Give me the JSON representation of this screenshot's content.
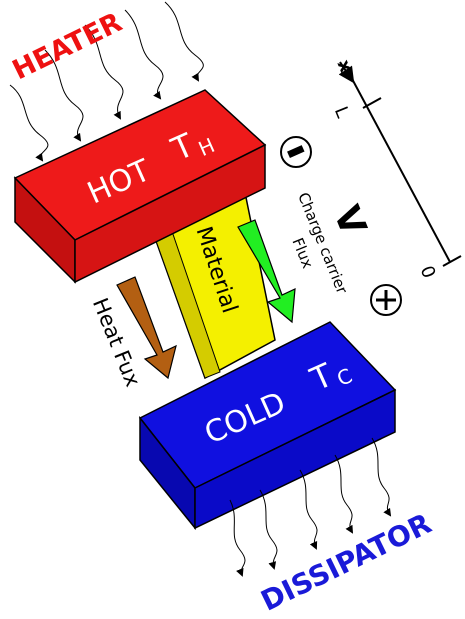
{
  "labels": {
    "heater": "HEATER",
    "hot": "HOT",
    "hot_symbol": "T",
    "hot_sub": "H",
    "material": "Material",
    "cold": "COLD",
    "cold_symbol": "T",
    "cold_sub": "C",
    "dissipator": "DISSIPATOR",
    "heat_flux": "Heat Fux",
    "charge_line1": "Charge carrier",
    "charge_line2": "Flux",
    "voltage": "V",
    "minus": "−",
    "plus": "+",
    "axis_x": "x",
    "axis_L": "L",
    "axis_0": "0"
  },
  "colors": {
    "heater_text": "#ee1111",
    "dissipator_text": "#1a1ad8",
    "hot_block": "#ee1a1a",
    "cold_block": "#1010e0",
    "material": "#f4f000",
    "heat_arrow": "#b35f12",
    "charge_arrow": "#22ee22"
  }
}
